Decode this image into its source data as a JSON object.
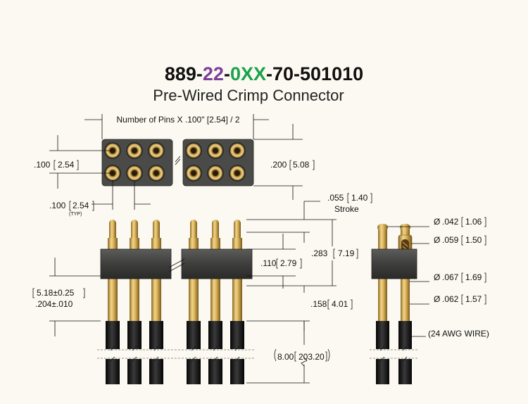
{
  "title": {
    "seg1": "889-",
    "seg2": "22",
    "seg3": "-",
    "seg4": "0XX",
    "seg5": "-70-501010",
    "colors": {
      "base": "#111111",
      "purple": "#7b3f9a",
      "green": "#1aa24a"
    }
  },
  "subtitle": "Pre-Wired Crimp Connector",
  "dims": {
    "pins_formula": "Number of Pins X .100\" [2.54] / 2",
    "pitch_row_in": ".100",
    "pitch_row_mm": "2.54",
    "pitch_col_in": ".100",
    "pitch_col_mm": "2.54",
    "typ": "(TYP)",
    "width_in": ".200",
    "width_mm": "5.08",
    "stroke_in": ".055",
    "stroke_mm": "1.40",
    "stroke_label": "Stroke",
    "overall_in": ".283",
    "overall_mm": "7.19",
    "tip_in": ".110",
    "tip_mm": "2.79",
    "body_mm": "5.18±0.25",
    "body_in": ".204±.010",
    "tail_in": ".158",
    "tail_mm": "4.01",
    "wire_in": "8.00",
    "wire_mm": "203.20",
    "dia1_in": ".042",
    "dia1_mm": "1.06",
    "dia2_in": ".059",
    "dia2_mm": "1.50",
    "dia3_in": ".067",
    "dia3_mm": "1.69",
    "dia4_in": ".062",
    "dia4_mm": "1.57",
    "dia_symbol": "Ø",
    "awg": "(24 AWG WIRE)"
  },
  "colors": {
    "gold": "#d9b25a",
    "gold_dark": "#9c7a2b",
    "housing": "#4a4a48",
    "wire": "#1a1a1a",
    "background": "#fbf9f1"
  }
}
